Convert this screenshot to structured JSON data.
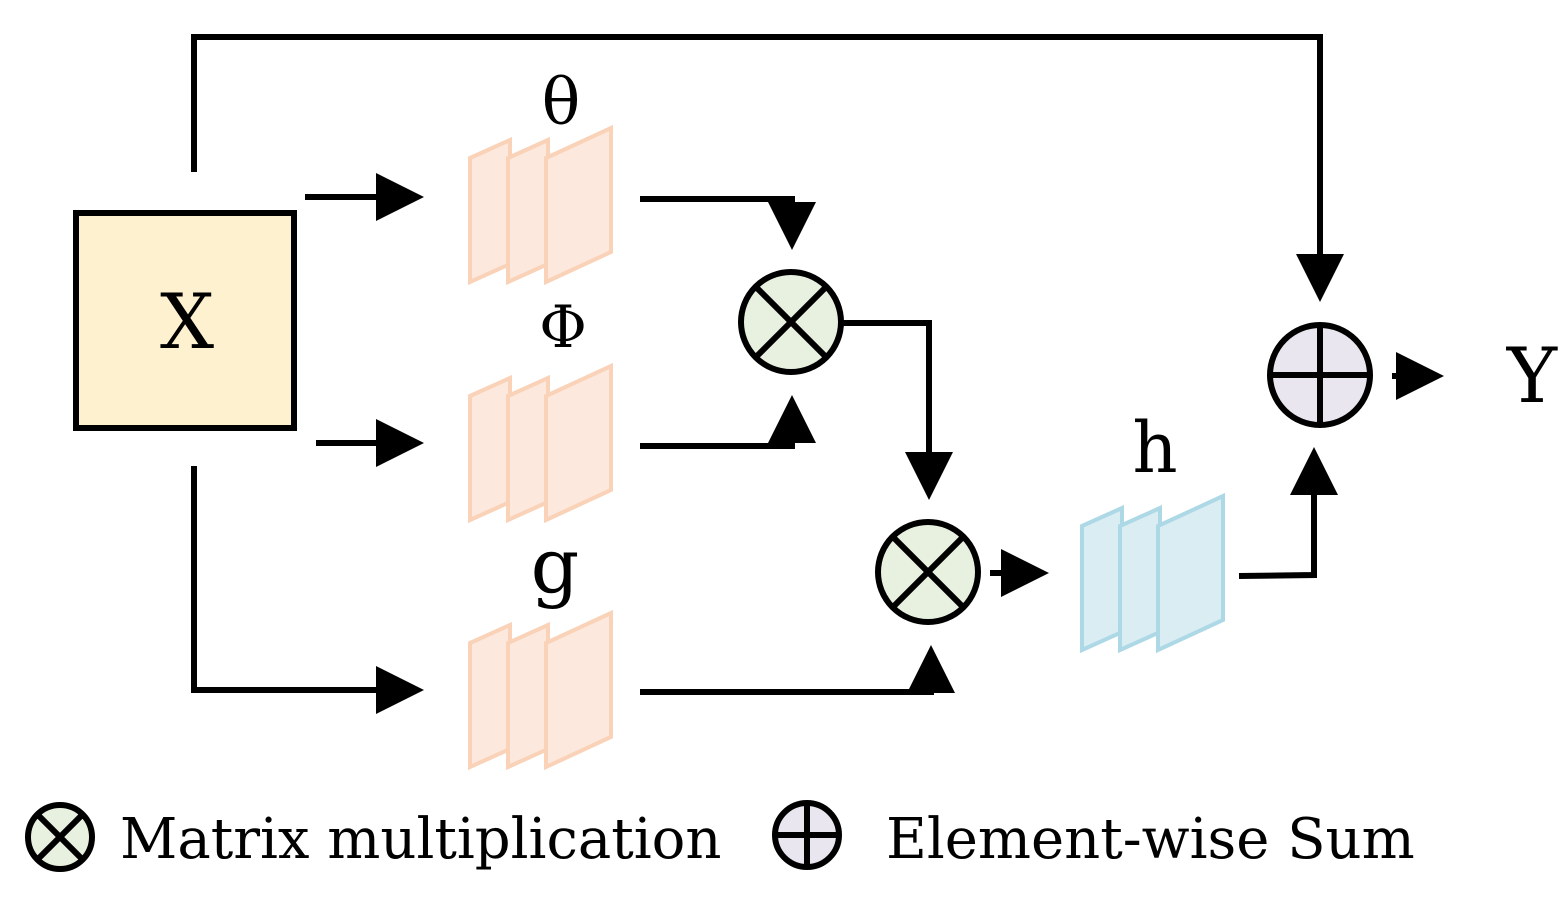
{
  "input": {
    "label": "X",
    "fill": "#fdf1cf"
  },
  "branches": [
    {
      "id": "theta",
      "label": "θ",
      "fill": "#fce8dc",
      "stroke": "#f9d2b8"
    },
    {
      "id": "phi",
      "label": "Φ",
      "fill": "#fce8dc",
      "stroke": "#f9d2b8"
    },
    {
      "id": "g",
      "label": "g",
      "fill": "#fce8dc",
      "stroke": "#f9d2b8"
    }
  ],
  "attention_output": {
    "label": "h",
    "fill": "#daedf2",
    "stroke": "#add8e6"
  },
  "output": {
    "label": "Y"
  },
  "operators": {
    "multiply_fill": "#e8f1df",
    "sum_fill": "#e9e6ef"
  },
  "legend": {
    "multiply_label": "Matrix multiplication",
    "sum_label": "Element-wise Sum"
  }
}
